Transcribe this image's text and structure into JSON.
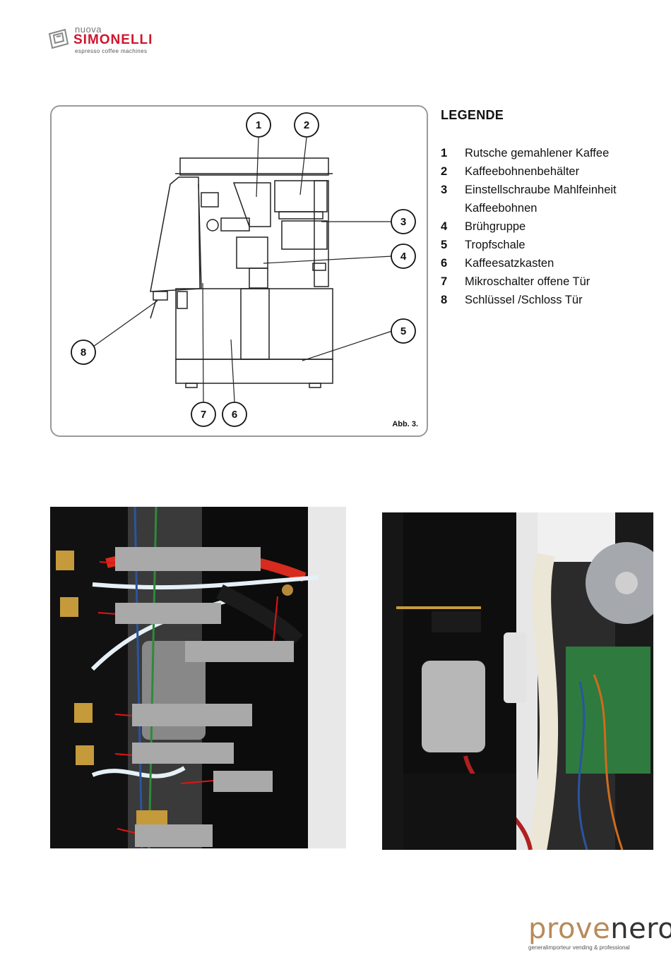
{
  "header": {
    "logo_small": "nuova",
    "logo_brand": "SIMONELLI",
    "logo_tagline": "espresso coffee machines"
  },
  "diagram": {
    "figure_label": "Abb. 3.",
    "callouts": [
      "1",
      "2",
      "3",
      "4",
      "5",
      "6",
      "7",
      "8"
    ]
  },
  "legend": {
    "title": "LEGENDE",
    "items": [
      {
        "num": "1",
        "text": "Rutsche gemahlener Kaffee"
      },
      {
        "num": "2",
        "text": "Kaffeebohnenbehälter"
      },
      {
        "num": "3",
        "text": "Einstellschraube Mahlfeinheit Kaffeebohnen"
      },
      {
        "num": "4",
        "text": "Brühgruppe"
      },
      {
        "num": "5",
        "text": "Tropfschale"
      },
      {
        "num": "6",
        "text": "Kaffeesatzkasten"
      },
      {
        "num": "7",
        "text": "Mikroschalter offene Tür"
      },
      {
        "num": "8",
        "text": "Schlüssel /Schloss Tür"
      }
    ]
  },
  "footer": {
    "brand_part1": "prove",
    "brand_part2": "nero",
    "tagline": "generalimporteur vending & professional"
  },
  "colors": {
    "brand_red": "#d0142c",
    "frame_gray": "#9a9a9a",
    "label_gray": "#a9a9a9",
    "footer_accent": "#b88a5a"
  }
}
